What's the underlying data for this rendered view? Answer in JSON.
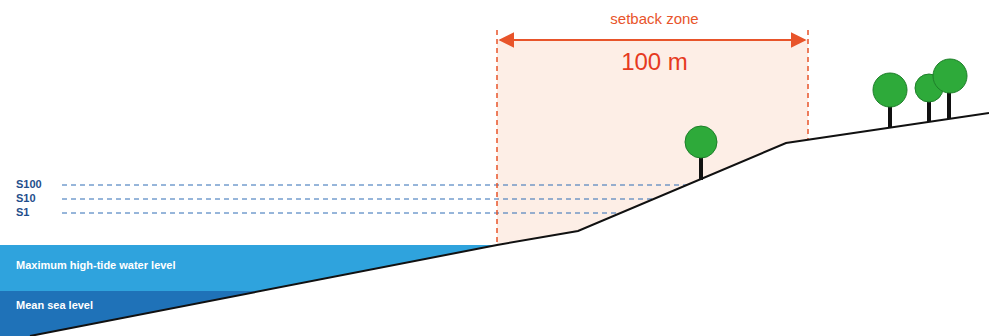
{
  "diagram": {
    "nodes": [
      {
        "text": [
          "setback zone",
          "100 m"
        ]
      },
      {
        "text": [
          "Maximum high-tide water level"
        ]
      },
      {
        "text": [
          "Mean sea level"
        ]
      }
    ],
    "labels": [
      "S100",
      "S10",
      "S1"
    ]
  }
}
